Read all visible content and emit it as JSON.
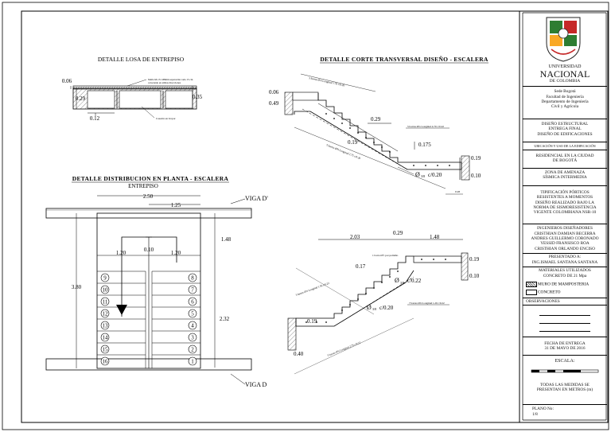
{
  "titles": {
    "losa": "DETALLE LOSA DE ENTREPISO",
    "corte": "DETALLE CORTE TRANSVERSAL DISEÑO - ESCALERA",
    "planta": "DETALLE DISTRIBUCION EN PLANTA - ESCALERA",
    "planta_sub": "ENTREPISO"
  },
  "losa": {
    "dim_top": "0.06",
    "dim_left": "0.29",
    "dim_right": "0.35",
    "dim_bottom": "0.12",
    "note_mesh": "Malla M-131 Ø8mm separación cada 15 cm",
    "note_mesh2": "colocando en ambas direcciones",
    "note_block": "Casetón en Icopor"
  },
  "corte1": {
    "d006": "0.06",
    "d049": "0.49",
    "d029": "0.29",
    "d0175": "0.175",
    "d019a": "0.19",
    "d019b": "0.19",
    "d010": "0.10",
    "rebar": "Ø",
    "frac": "3/8",
    "spacing": "c/0.20",
    "bar_top": "3 barras Ø⅜ Longitud 1.76 c/0.20",
    "bar_diag": "5 barras Ø⅜ Longitud 2.75 c/0.20",
    "bar_top2": "5 barras Ø⅜ Longitud 4.70 c/0.22",
    "small": "0.28"
  },
  "corte2": {
    "d203": "2.03",
    "d029": "0.29",
    "d148": "1.48",
    "d017": "0.17",
    "d019a": "0.19",
    "d019b": "0.19",
    "d010": "0.10",
    "d040": "0.40",
    "r1": "Ø",
    "r1f": "3/8",
    "r1s": "c/0.22",
    "r2": "Ø",
    "r2f": "3/8",
    "r2s": "c/0.20",
    "note": "1 barra Ø½ por peldaño",
    "bar_a": "3 barras Ø⅜ Longitud 1.56 c/0.22",
    "bar_b": "5 barras Ø⅜ Longitud 2.75 c/0.22",
    "bar_c": "7 barras Ø⅜ Longitud 1.20 c/0.22"
  },
  "planta": {
    "d250": "2.50",
    "d125": "1.25",
    "d120a": "1.20",
    "d010": "0.10",
    "d120b": "1.20",
    "d148": "1.48",
    "d232": "2.32",
    "d380": "3.80",
    "viga_top": "VIGA D'",
    "viga_bot": "VIGA D",
    "left_steps": [
      "9",
      "10",
      "11",
      "12",
      "13",
      "14",
      "15",
      "16"
    ],
    "right_steps": [
      "8",
      "7",
      "6",
      "5",
      "4",
      "3",
      "2",
      "1"
    ]
  },
  "titleblock": {
    "uni1": "UNIVERSIDAD",
    "uni2": "NACIONAL",
    "uni3": "DE COLOMBIA",
    "sede": "Sede Bogotá",
    "fac": "Facultad de Ingeniería",
    "dep": "Departamento de Ingeniería",
    "dep2": "Civil y Agrícola",
    "diseno1": "DISEÑO ESTRUCTURAL",
    "diseno2": "ENTREGA FINAL",
    "diseno3": "DISEÑO DE EDIFICACIONES",
    "ubic_h": "UBICACIÓN Y USO DE LA EDIFICACIÓN",
    "ubic1": "RESIDENCIAL EN LA CIUDAD",
    "ubic2": "DE BOGOTÁ",
    "zona1": "ZONA DE AMENAZA",
    "zona2": "SÍSMICA INTERMEDIA",
    "tip1": "TIPIFICACIÓN PÓRTICOS",
    "tip2": "RESISTENTES A MOMENTOS",
    "tip3": "DISEÑO REALIZADO BAJO LA",
    "tip4": "NORMA DE SISMORESISTENCIA",
    "tip5": "VIGENTE COLOMBIANA NSR-10",
    "ing_h": "INGENIEROS DISEÑADORES",
    "ing1": "CRISTHIAN DAMIAN BECERRA",
    "ing2": "ANDRES GUILLERMO CORONADO",
    "ing3": "YESSID FRANSISCO ROA",
    "ing4": "CRISTHIAN ORLANDO ENCISO",
    "pres_h": "PRESENTADO A:",
    "pres1": "ING.ISMAEL SANTANA SANTANA",
    "mat_h": "MATERIALES UTILIZADOS",
    "mat1": "CONCRETO DE 21 Mpa",
    "mat2": "MURO DE MAMPOSTERIA",
    "mat3": "CONCRETO",
    "obs": "OBSERVACIONES",
    "fecha1": "FECHA DE ENTREGA",
    "fecha2": "31 DE MAYO DE 2016",
    "escala": "ESCALA:",
    "medidas1": "TODAS LAS MEDIDAS SE",
    "medidas2": "PRESENTAN EN METROS (m)",
    "plano": "PLANO No:",
    "plano_n": "1/8"
  },
  "colors": {
    "line": "#000000",
    "hatch": "#333333",
    "logo_green": "#2e7d32",
    "logo_red": "#c62828",
    "logo_yellow": "#f9a825"
  }
}
